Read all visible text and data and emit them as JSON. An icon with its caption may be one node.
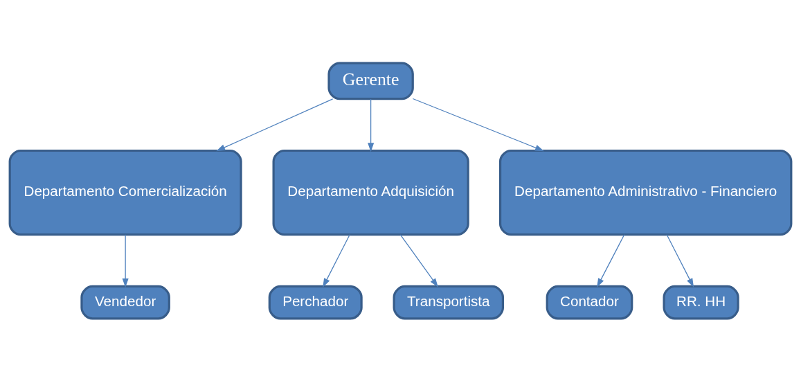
{
  "diagram": {
    "nodes": [
      {
        "text": [
          "Gerente"
        ]
      },
      {
        "text": [
          "Departamento Comercialización"
        ]
      },
      {
        "text": [
          "Departamento Adquisición"
        ]
      },
      {
        "text": [
          "Departamento Administrativo - Financiero"
        ]
      },
      {
        "text": [
          "Vendedor"
        ]
      },
      {
        "text": [
          "Perchador"
        ]
      },
      {
        "text": [
          "Transportista"
        ]
      },
      {
        "text": [
          "Contador"
        ]
      },
      {
        "text": [
          "RR. HH"
        ]
      }
    ],
    "edges": [
      {
        "from": 0,
        "to": 1,
        "arrow": "to"
      },
      {
        "from": 0,
        "to": 2,
        "arrow": "to"
      },
      {
        "from": 0,
        "to": 3,
        "arrow": "to"
      },
      {
        "from": 1,
        "to": 4,
        "arrow": "to"
      },
      {
        "from": 2,
        "to": 5,
        "arrow": "to"
      },
      {
        "from": 2,
        "to": 6,
        "arrow": "to"
      },
      {
        "from": 3,
        "to": 7,
        "arrow": "to"
      },
      {
        "from": 3,
        "to": 8,
        "arrow": "to"
      }
    ]
  }
}
